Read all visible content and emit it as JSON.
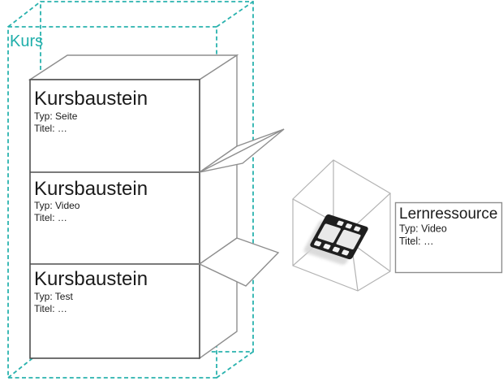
{
  "colors": {
    "accent": "#1FAEAA",
    "film_icon": "#1F1F1F",
    "box_outline": "#4E4E4E"
  },
  "course": {
    "label": "Kurs",
    "modules": [
      {
        "name": "Kursbaustein",
        "typ": "Typ: Seite",
        "titel": "Titel: …"
      },
      {
        "name": "Kursbaustein",
        "typ": "Typ: Video",
        "titel": "Titel: …"
      },
      {
        "name": "Kursbaustein",
        "typ": "Typ: Test",
        "titel": "Titel: …"
      }
    ]
  },
  "resource": {
    "name": "Lernressource",
    "typ": "Typ: Video",
    "titel": "Titel: …",
    "icon": "film-strip-icon"
  }
}
